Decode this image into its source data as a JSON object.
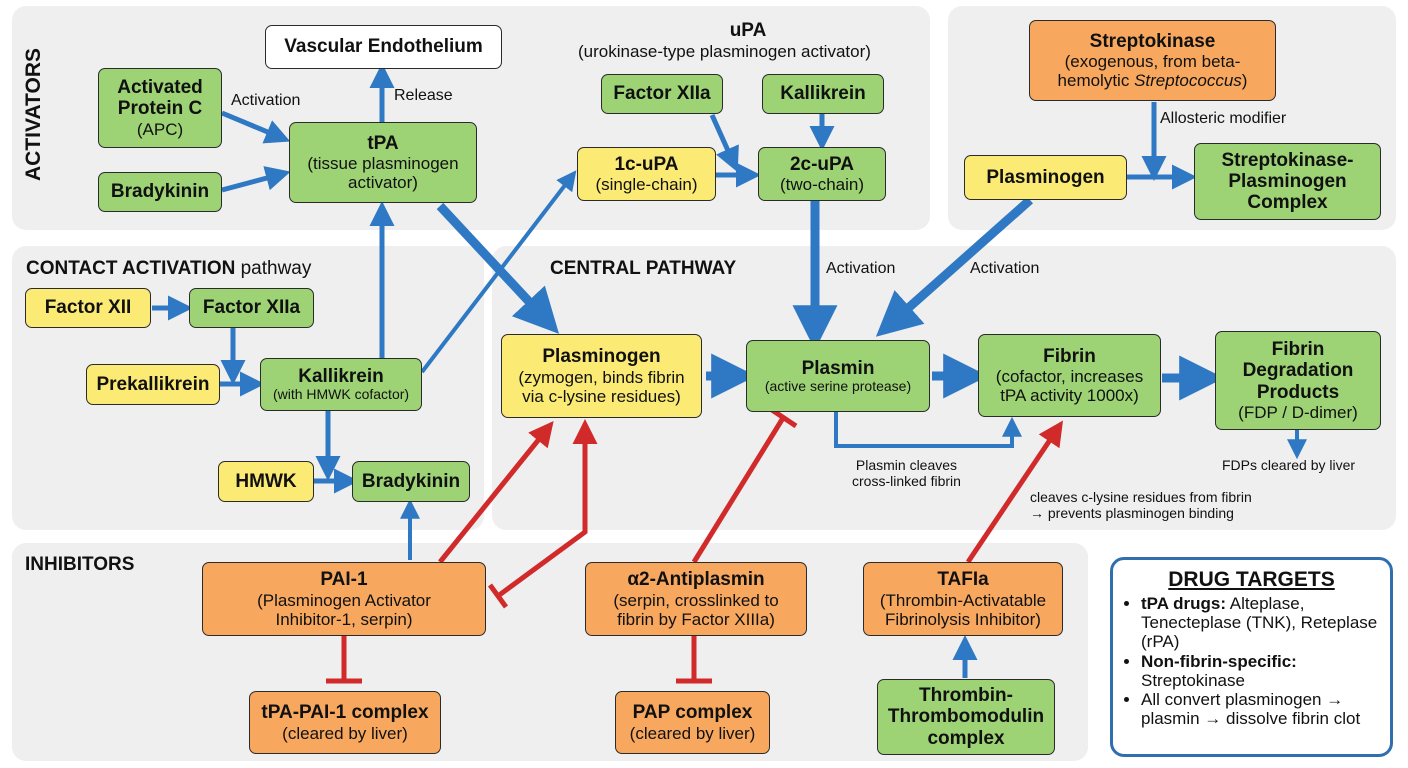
{
  "sections": {
    "activators": "ACTIVATORS",
    "upa_title": "uPA",
    "upa_subtitle": "(urokinase-type plasminogen activator)",
    "contact_bold": "CONTACT ACTIVATION",
    "contact_light": " pathway",
    "central": "CENTRAL PATHWAY",
    "inhibitors": "INHIBITORS"
  },
  "nodes": {
    "vascular_endothelium": {
      "title": "Vascular Endothelium"
    },
    "apc": {
      "title": "Activated Protein C",
      "sub": "(APC)"
    },
    "bradykinin_top": {
      "title": "Bradykinin"
    },
    "tpa": {
      "title": "tPA",
      "sub": "(tissue plasminogen activator)"
    },
    "factor_xiia_upa": {
      "title": "Factor XIIa"
    },
    "kallikrein_upa": {
      "title": "Kallikrein"
    },
    "uPA_1c": {
      "title": "1c-uPA",
      "sub": "(single-chain)"
    },
    "uPA_2c": {
      "title": "2c-uPA",
      "sub": "(two-chain)"
    },
    "streptokinase": {
      "title": "Streptokinase",
      "sub_a": "(exogenous, from beta-hemolytic ",
      "sub_italic": "Streptococcus",
      "sub_b": ")"
    },
    "plasminogen_sk": {
      "title": "Plasminogen"
    },
    "sk_complex": {
      "title": "Streptokinase-Plasminogen Complex"
    },
    "factor_xii": {
      "title": "Factor XII"
    },
    "factor_xiia": {
      "title": "Factor XIIa"
    },
    "prekallikrein": {
      "title": "Prekallikrein"
    },
    "kallikrein": {
      "title": "Kallikrein",
      "sub": "(with HMWK cofactor)"
    },
    "hmwk": {
      "title": "HMWK"
    },
    "bradykinin": {
      "title": "Bradykinin"
    },
    "plasminogen": {
      "title": "Plasminogen",
      "sub": "(zymogen, binds fibrin via c-lysine residues)"
    },
    "plasmin": {
      "title": "Plasmin",
      "sub": "(active serine protease)"
    },
    "fibrin": {
      "title": "Fibrin",
      "sub": "(cofactor, increases tPA activity 1000x)"
    },
    "fdp": {
      "title": "Fibrin Degradation Products",
      "sub": "(FDP / D-dimer)"
    },
    "pai1": {
      "title": "PAI-1",
      "sub": "(Plasminogen Activator Inhibitor-1, serpin)"
    },
    "tpa_pai1": {
      "title": "tPA-PAI-1 complex",
      "sub": "(cleared by liver)"
    },
    "a2ap": {
      "title": "α2-Antiplasmin",
      "sub": "(serpin, crosslinked to fibrin by Factor XIIIa)"
    },
    "pap": {
      "title": "PAP complex",
      "sub": "(cleared by liver)"
    },
    "tafia": {
      "title": "TAFIa",
      "sub": "(Thrombin-Activatable Fibrinolysis Inhibitor)"
    },
    "thrombin_tm": {
      "title": "Thrombin-Thrombomodulin complex"
    }
  },
  "labels": {
    "activation_apc": "Activation",
    "release": "Release",
    "allosteric": "Allosteric modifier",
    "activation_upa": "Activation",
    "activation_sk": "Activation",
    "plasmin_cleaves": "Plasmin cleaves\ncross-linked fibrin",
    "fdps_cleared": "FDPs cleared by liver",
    "tafi_note": "cleaves c-lysine residues from fibrin\n→ prevents plasminogen binding"
  },
  "drug_targets": {
    "title": "DRUG TARGETS",
    "items": [
      {
        "bold": "tPA drugs:",
        "text": " Alteplase, Tenecteplase (TNK), Reteplase (rPA)"
      },
      {
        "bold": "Non-fibrin-specific:",
        "text": " Streptokinase"
      },
      {
        "bold": "",
        "text": "All convert plasminogen → plasmin → dissolve fibrin clot"
      }
    ]
  },
  "colors": {
    "activator_green": "#9dd374",
    "precursor_yellow": "#fbea74",
    "inhibitor_orange": "#f7a85e",
    "activation_arrow_blue": "#2f78c4",
    "inhibition_red": "#d12a2a",
    "panel_gray": "#efefef"
  }
}
